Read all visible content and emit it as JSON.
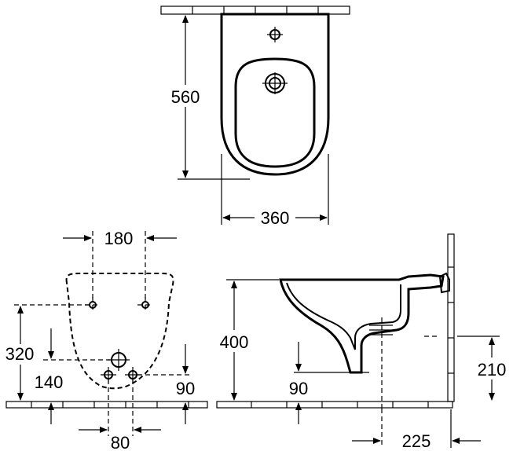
{
  "views": {
    "top": {
      "depth_label": "560",
      "width_label": "360"
    },
    "front": {
      "spacing_label": "180",
      "height_label": "320",
      "inlet_height_label": "140",
      "bottom_offset_label": "90",
      "outlet_spacing_label": "80"
    },
    "side": {
      "height_label": "400",
      "bottom_offset_label": "90",
      "outlet_height_label": "210",
      "projection_label": "225"
    }
  }
}
